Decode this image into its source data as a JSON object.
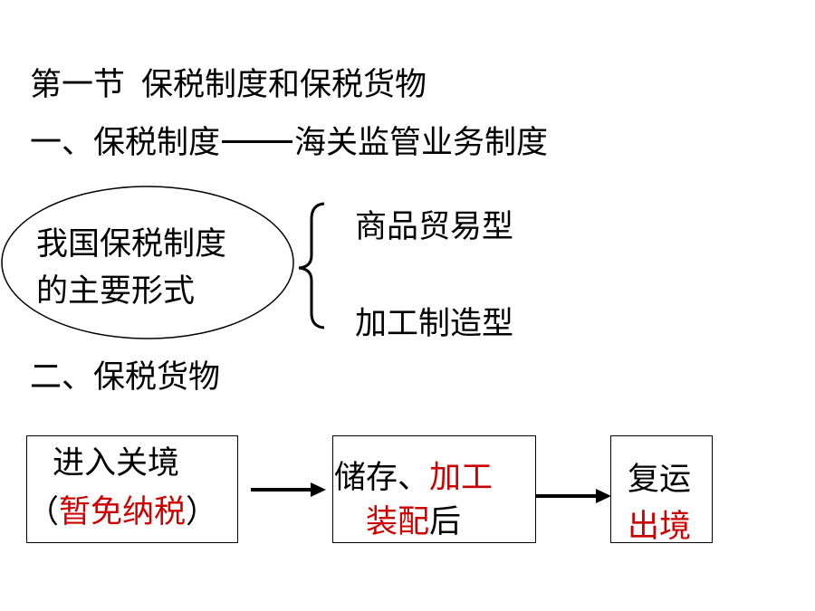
{
  "title": {
    "section_label": "第一节",
    "text": "保税制度和保税货物"
  },
  "section_one": {
    "label": "一、保税制度",
    "definition": "海关监管业务制度"
  },
  "bonded_forms": {
    "ellipse_lines": [
      "我国保税制度",
      "的主要形式"
    ],
    "types": [
      "商品贸易型",
      "加工制造型"
    ]
  },
  "section_two": {
    "label": "二、保税货物"
  },
  "flow": {
    "step1": {
      "line1": "进入关境",
      "open_paren": "（",
      "highlight": "暂免纳税",
      "close_paren": "）"
    },
    "step2": {
      "prefix": "储存、",
      "highlight1": "加工",
      "highlight2": "装配",
      "suffix": "后"
    },
    "step3": {
      "line1": "复运",
      "highlight": "出境"
    }
  },
  "colors": {
    "text": "#000000",
    "highlight": "#cc0000",
    "background": "#ffffff"
  }
}
